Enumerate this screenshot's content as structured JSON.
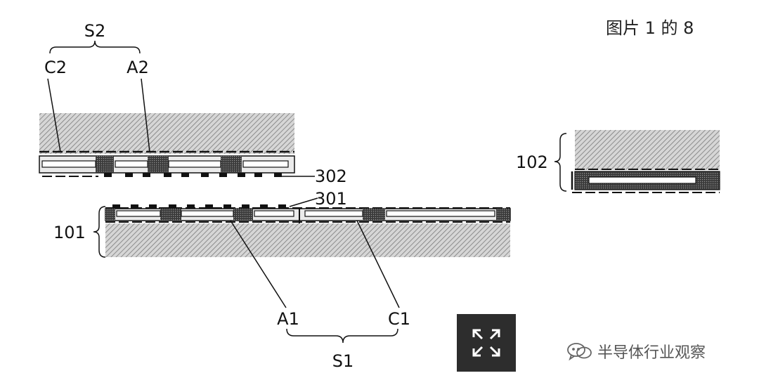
{
  "counter": {
    "text": "图片 1 的 8"
  },
  "labels": {
    "s2": "S2",
    "c2": "C2",
    "a2": "A2",
    "l302": "302",
    "l301": "301",
    "l101": "101",
    "l102": "102",
    "a1": "A1",
    "c1": "C1",
    "s1": "S1"
  },
  "expand_button": {
    "icon": "expand-arrows-icon"
  },
  "watermark": {
    "icon": "wechat-icon",
    "text": "半导体行业观察"
  }
}
